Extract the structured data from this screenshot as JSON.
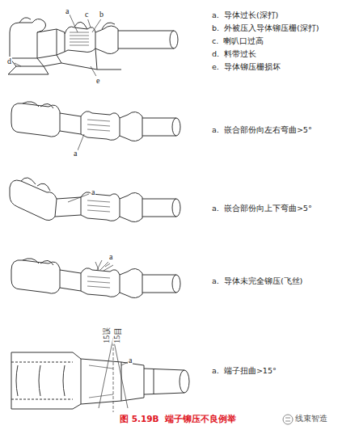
{
  "diagram": {
    "caption": "图 5.19B  端子铆压不良例举",
    "labels": [
      "a",
      "b",
      "c",
      "d",
      "e",
      "a.  导体过长(深打)",
      "b.  外被压入导体铆压栅(深打)",
      "c.  喇叭口过高",
      "d.  料带过长",
      "e.  导体铆压栅损坏",
      "a",
      "a.  嵌合部份向左右弯曲>5°",
      "a",
      "a.  嵌合部份向上下弯曲>5°",
      "a",
      "a.  导体未完全铆压(飞丝)",
      "誤",
      "目",
      "15",
      "15",
      "a",
      "a.  端子扭曲>15°",
      "线束智造"
    ]
  }
}
